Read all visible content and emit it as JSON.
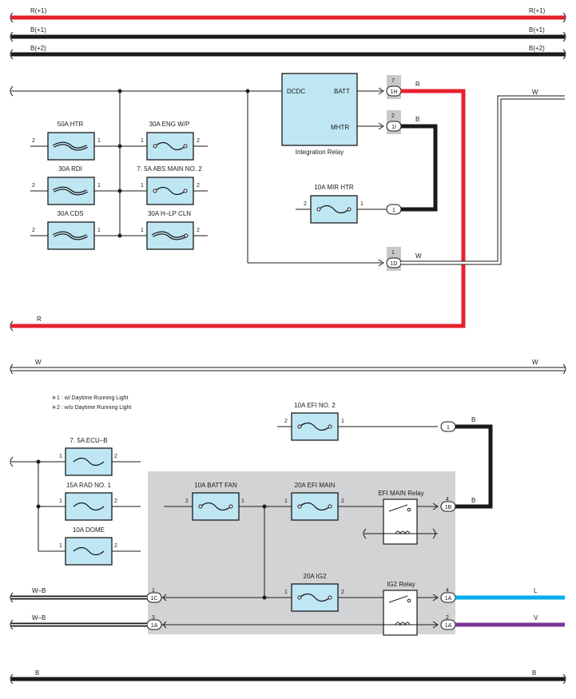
{
  "colors": {
    "red": "#e8212e",
    "black": "#1a1a1a",
    "light_blue": "#bfe6f3",
    "gray_box": "#d2d3d5",
    "cyan": "#00aeef",
    "violet": "#7b3694",
    "white_wire": "#ffffff"
  },
  "bus": {
    "r_plus1_left": "R(+1)",
    "r_plus1_right": "R(+1)",
    "b_plus1_left": "B(+1)",
    "b_plus1_right": "B(+1)",
    "b_plus2_left": "B(+2)",
    "b_plus2_right": "B(+2)",
    "r_mid": "R",
    "w_left": "W",
    "w_right": "W",
    "b_bottom_left": "B",
    "b_bottom_right": "B"
  },
  "fuses_top": {
    "htr_50a": "50A HTR",
    "eng_wp_30a": "30A ENG W/P",
    "rdi_30a": "30A RDI",
    "abs_main2": "7. 5A ABS MAIN NO. 2",
    "cds_30a": "30A CDS",
    "hlp_cln": "30A H–LP CLN",
    "mir_htr": "10A MIR HTR"
  },
  "pins": {
    "one": "1",
    "two": "2",
    "three": "3",
    "four": "4",
    "seven": "7"
  },
  "relay": {
    "dcdc": "DCDC",
    "batt": "BATT",
    "mhtr": "MHTR",
    "caption": "Integration Relay"
  },
  "connectors": {
    "c1h": "1H",
    "c1i": "1I",
    "c1": "1",
    "c1d": "1D",
    "c1b": "1B",
    "c1c": "1C",
    "c1a": "1A"
  },
  "wire_colors": {
    "r": "R",
    "b": "B",
    "w": "W",
    "l": "L",
    "v": "V",
    "wb": "W–B"
  },
  "notes": {
    "n1": "＊1 : w/ Daytime Running Light",
    "n2": "＊2 : w/o Daytime Running Light"
  },
  "fuses_bottom": {
    "efi_no2": "10A EFI NO. 2",
    "ecu_b": "7. 5A ECU–B",
    "rad_no1": "15A RAD NO. 1",
    "dome": "10A DOME",
    "batt_fan": "10A BATT FAN",
    "efi_main": "20A EFI MAIN",
    "ig2": "20A IG2",
    "efi_main_relay": "EFI MAIN Relay",
    "ig2_relay": "IG2 Relay"
  }
}
